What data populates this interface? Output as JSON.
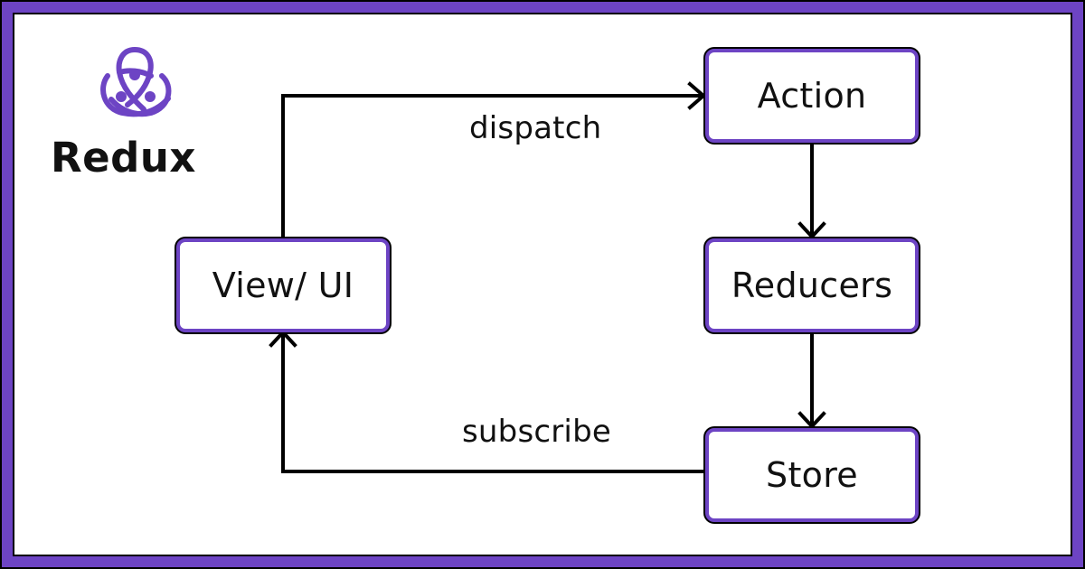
{
  "brand": {
    "logo_icon": "redux-logo-icon",
    "name": "Redux"
  },
  "colors": {
    "accent": "#6d44c4",
    "frame": "#6d44c4",
    "text": "#111111",
    "line": "#000000",
    "background": "#ffffff"
  },
  "diagram": {
    "nodes": {
      "action": "Action",
      "reducers": "Reducers",
      "store": "Store",
      "view": "View/ UI"
    },
    "edges": {
      "dispatch": "dispatch",
      "subscribe": "subscribe"
    }
  }
}
